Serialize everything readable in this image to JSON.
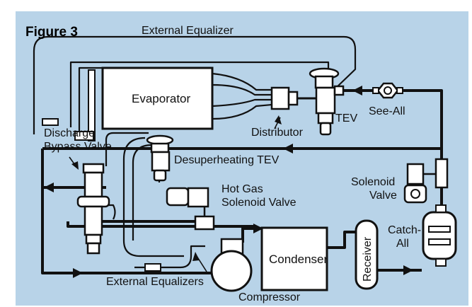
{
  "figure_label": "Figure 3",
  "colors": {
    "background": "#b8d3e8",
    "pipe": "#111111",
    "component_fill": "#ffffff"
  },
  "components": {
    "evaporator": "Evaporator",
    "condenser": "Condenser",
    "receiver": "Receiver",
    "compressor": "Compressor",
    "distributor": "Distributor",
    "tev": "TEV",
    "see_all": "See-All",
    "solenoid_valve_line1": "Solenoid",
    "solenoid_valve_line2": "Valve",
    "catch_all_line1": "Catch-",
    "catch_all_line2": "All",
    "discharge_bypass_line1": "Discharge",
    "discharge_bypass_line2": "Bypass Valve",
    "desuperheating_tev": "Desuperheating TEV",
    "hot_gas_line1": "Hot Gas",
    "hot_gas_line2": "Solenoid Valve",
    "external_equalizer": "External Equalizer",
    "external_equalizers": "External Equalizers"
  }
}
